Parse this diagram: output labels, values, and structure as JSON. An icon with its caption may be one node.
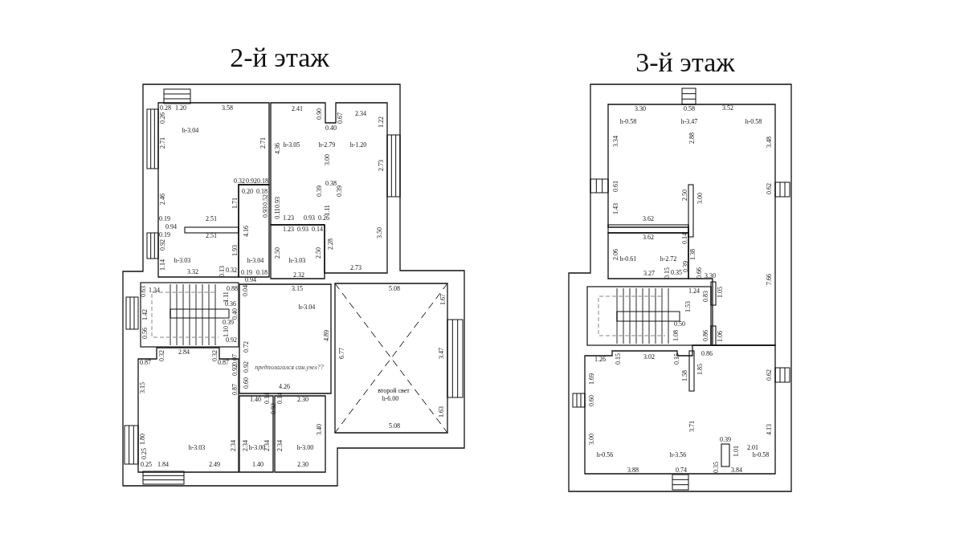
{
  "diagram": {
    "nodes": [
      {
        "text": [
          "2-й этаж"
        ]
      },
      {
        "text": [
          "3-й этаж"
        ]
      },
      {
        "text": [
          "h-3.04",
          "h-3.03"
        ],
        "in": 0
      },
      {
        "text": [
          "h-3.04"
        ],
        "in": 0
      },
      {
        "text": [
          "h-3.05",
          "h-2.79",
          "h-1.20"
        ],
        "in": 0
      },
      {
        "text": [
          "h-3.03"
        ],
        "in": 0
      },
      {
        "text": [
          "h-3.04",
          "предполагался сан.узел??"
        ],
        "in": 0
      },
      {
        "text": [
          "второй свет",
          "h-6.00"
        ],
        "in": 0
      },
      {
        "text": [
          "h-3.03"
        ],
        "in": 0
      },
      {
        "text": [
          "h-3.00"
        ],
        "in": 0
      },
      {
        "text": [
          "h-3.00"
        ],
        "in": 0
      },
      {
        "text": [
          "h-0.58",
          "h-3.47",
          "h-0.58"
        ],
        "in": 1
      },
      {
        "text": [
          "h-0.61",
          "h-2.72"
        ],
        "in": 1
      },
      {
        "text": [
          "h-0.56",
          "h-3.56",
          "h-0.58"
        ],
        "in": 1
      }
    ],
    "labels": [
      "0.28",
      "1.20",
      "3.58",
      "2.41",
      "0.90",
      "0.67",
      "2.34",
      "0.26",
      "1.22",
      "0.40",
      "2.71",
      "2.71",
      "4.36",
      "3.00",
      "2.73",
      "0.32",
      "0.92",
      "0.18",
      "0.38",
      "0.20",
      "0.18",
      "0.39",
      "0.39",
      "2.46",
      "1.71",
      "0.52",
      "0.93",
      "0.93",
      "0.11",
      "1.11",
      "0.19",
      "2.51",
      "1.23",
      "0.93",
      "0.26",
      "0.94",
      "1.23",
      "0.93",
      "0.14",
      "4.16",
      "3.50",
      "0.19",
      "2.51",
      "0.92",
      "1.93",
      "2.50",
      "2.50",
      "2.28",
      "1.14",
      "3.32",
      "0.13",
      "0.32",
      "0.19",
      "0.18",
      "2.32",
      "2.73",
      "0.94",
      "0.63",
      "1.34",
      "0.88",
      "0.04",
      "3.15",
      "5.08",
      "1.11",
      "1.67",
      "0.36",
      "1.42",
      "0.40",
      "0.39",
      "0.56",
      "1.10",
      "4.89",
      "0.92",
      "0.32",
      "2.84",
      "0.32",
      "0.72",
      "6.77",
      "3.47",
      "0.87",
      "0.87",
      "0.07",
      "0.92",
      "0.92",
      "0.60",
      "4.26",
      "3.15",
      "0.87",
      "0.14",
      "0.14",
      "1.40",
      "2.30",
      "0.92",
      "1.63",
      "5.08",
      "3.40",
      "1.80",
      "2.34",
      "2.34",
      "2.34",
      "2.34",
      "0.25",
      "0.25",
      "1.84",
      "2.49",
      "1.40",
      "2.30",
      "3.30",
      "0.58",
      "3.52",
      "3.34",
      "2.88",
      "3.48",
      "0.61",
      "0.62",
      "2.50",
      "3.00",
      "1.43",
      "3.62",
      "3.62",
      "0.14",
      "2.06",
      "1.38",
      "0.39",
      "0.15",
      "0.35",
      "0.66",
      "3.27",
      "3.30",
      "7.66",
      "1.24",
      "0.83",
      "1.05",
      "1.53",
      "0.50",
      "1.08",
      "0.86",
      "1.06",
      "0.86",
      "3.02",
      "0.15",
      "0.15",
      "1.26",
      "1.69",
      "1.58",
      "1.85",
      "0.62",
      "0.60",
      "3.71",
      "4.13",
      "3.00",
      "0.39",
      "2.01",
      "1.01",
      "0.35",
      "3.88",
      "0.74",
      "3.84"
    ]
  }
}
